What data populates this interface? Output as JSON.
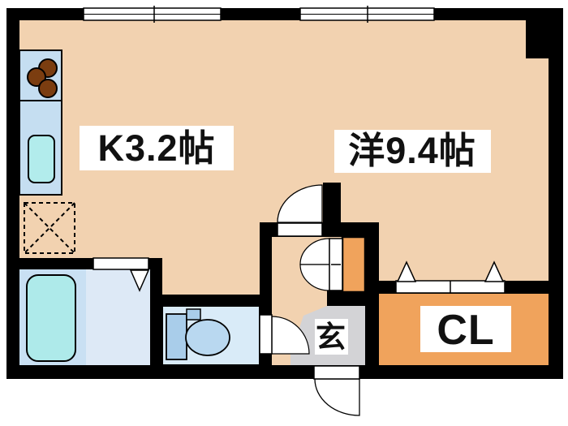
{
  "floorplan": {
    "rooms": {
      "kitchen": {
        "label": "K3.2帖"
      },
      "western_room": {
        "label": "洋9.4帖"
      },
      "closet": {
        "label": "CL"
      },
      "entrance": {
        "label": "玄"
      }
    },
    "colors": {
      "wall": "#000000",
      "floor": "#F2D2B0",
      "storage": "#F0A35C",
      "entrance_floor": "#D3D3D6",
      "counter": "#C5DEF1",
      "sink": "#B2ECEC",
      "tub": "#AEEAEA",
      "tub_deck": "#C9E0F3",
      "bath_floor": "#DDE9F6",
      "toilet_floor": "#D9EBF8",
      "toilet_tank": "#A9CDEA",
      "toilet_bowl": "#B9D8F0",
      "burner": "#7B3D10",
      "door_leaf": "#FFFFFF",
      "label_bg": "#FFFFFF"
    }
  }
}
